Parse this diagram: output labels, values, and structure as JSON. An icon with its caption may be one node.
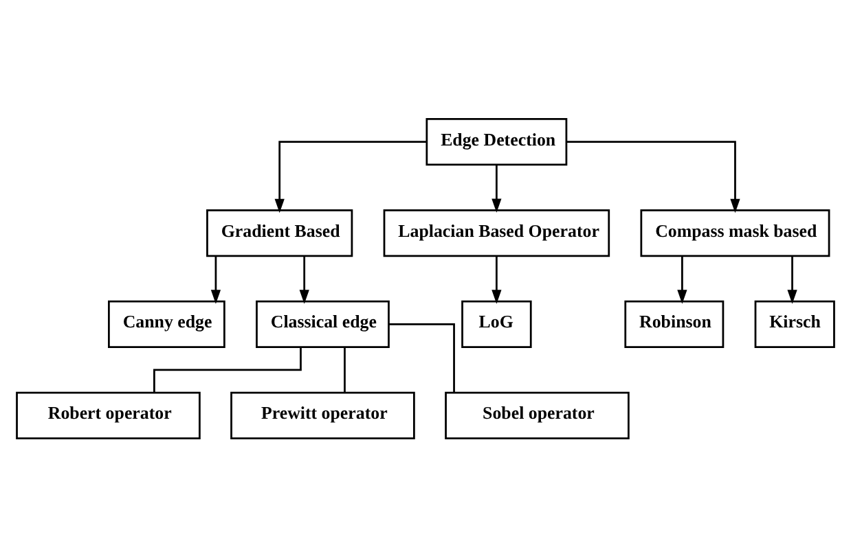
{
  "diagram": {
    "nodes": [
      {
        "text": [
          "Edge Detection"
        ]
      },
      {
        "text": [
          "Gradient Based"
        ]
      },
      {
        "text": [
          "Laplacian Based Operator"
        ]
      },
      {
        "text": [
          "Compass mask based"
        ]
      },
      {
        "text": [
          "Canny edge"
        ]
      },
      {
        "text": [
          "Classical edge"
        ]
      },
      {
        "text": [
          "LoG"
        ]
      },
      {
        "text": [
          "Robinson"
        ]
      },
      {
        "text": [
          "Kirsch"
        ]
      },
      {
        "text": [
          "Robert operator"
        ]
      },
      {
        "text": [
          "Prewitt operator"
        ]
      },
      {
        "text": [
          "Sobel operator"
        ]
      }
    ],
    "edges": [
      {
        "from": 0,
        "to": 1,
        "arrow": "to"
      },
      {
        "from": 0,
        "to": 2,
        "arrow": "to"
      },
      {
        "from": 0,
        "to": 3,
        "arrow": "to"
      },
      {
        "from": 1,
        "to": 4,
        "arrow": "to"
      },
      {
        "from": 1,
        "to": 5,
        "arrow": "to"
      },
      {
        "from": 2,
        "to": 6,
        "arrow": "to"
      },
      {
        "from": 3,
        "to": 7,
        "arrow": "to"
      },
      {
        "from": 3,
        "to": 8,
        "arrow": "to"
      },
      {
        "from": 5,
        "to": 9,
        "arrow": "none"
      },
      {
        "from": 5,
        "to": 10,
        "arrow": "none"
      },
      {
        "from": 5,
        "to": 11,
        "arrow": "none"
      }
    ]
  }
}
